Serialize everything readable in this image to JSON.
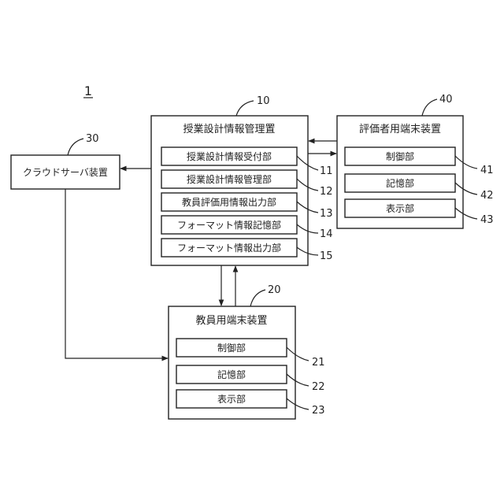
{
  "figure_label": "1",
  "blocks": {
    "mgmt": {
      "title": "授業設計情報管理置",
      "ref": "10",
      "parts": [
        {
          "label": "授業設計情報受付部",
          "ref": "11"
        },
        {
          "label": "授業設計情報管理部",
          "ref": "12"
        },
        {
          "label": "教員評価用情報出力部",
          "ref": "13"
        },
        {
          "label": "フォーマット情報記憶部",
          "ref": "14"
        },
        {
          "label": "フォーマット情報出力部",
          "ref": "15"
        }
      ]
    },
    "evaluator": {
      "title": "評価者用端末装置",
      "ref": "40",
      "parts": [
        {
          "label": "制御部",
          "ref": "41"
        },
        {
          "label": "記憶部",
          "ref": "42"
        },
        {
          "label": "表示部",
          "ref": "43"
        }
      ]
    },
    "cloud": {
      "title": "クラウドサーバ装置",
      "ref": "30"
    },
    "teacher": {
      "title": "教員用端末装置",
      "ref": "20",
      "parts": [
        {
          "label": "制御部",
          "ref": "21"
        },
        {
          "label": "記憶部",
          "ref": "22"
        },
        {
          "label": "表示部",
          "ref": "23"
        }
      ]
    }
  }
}
